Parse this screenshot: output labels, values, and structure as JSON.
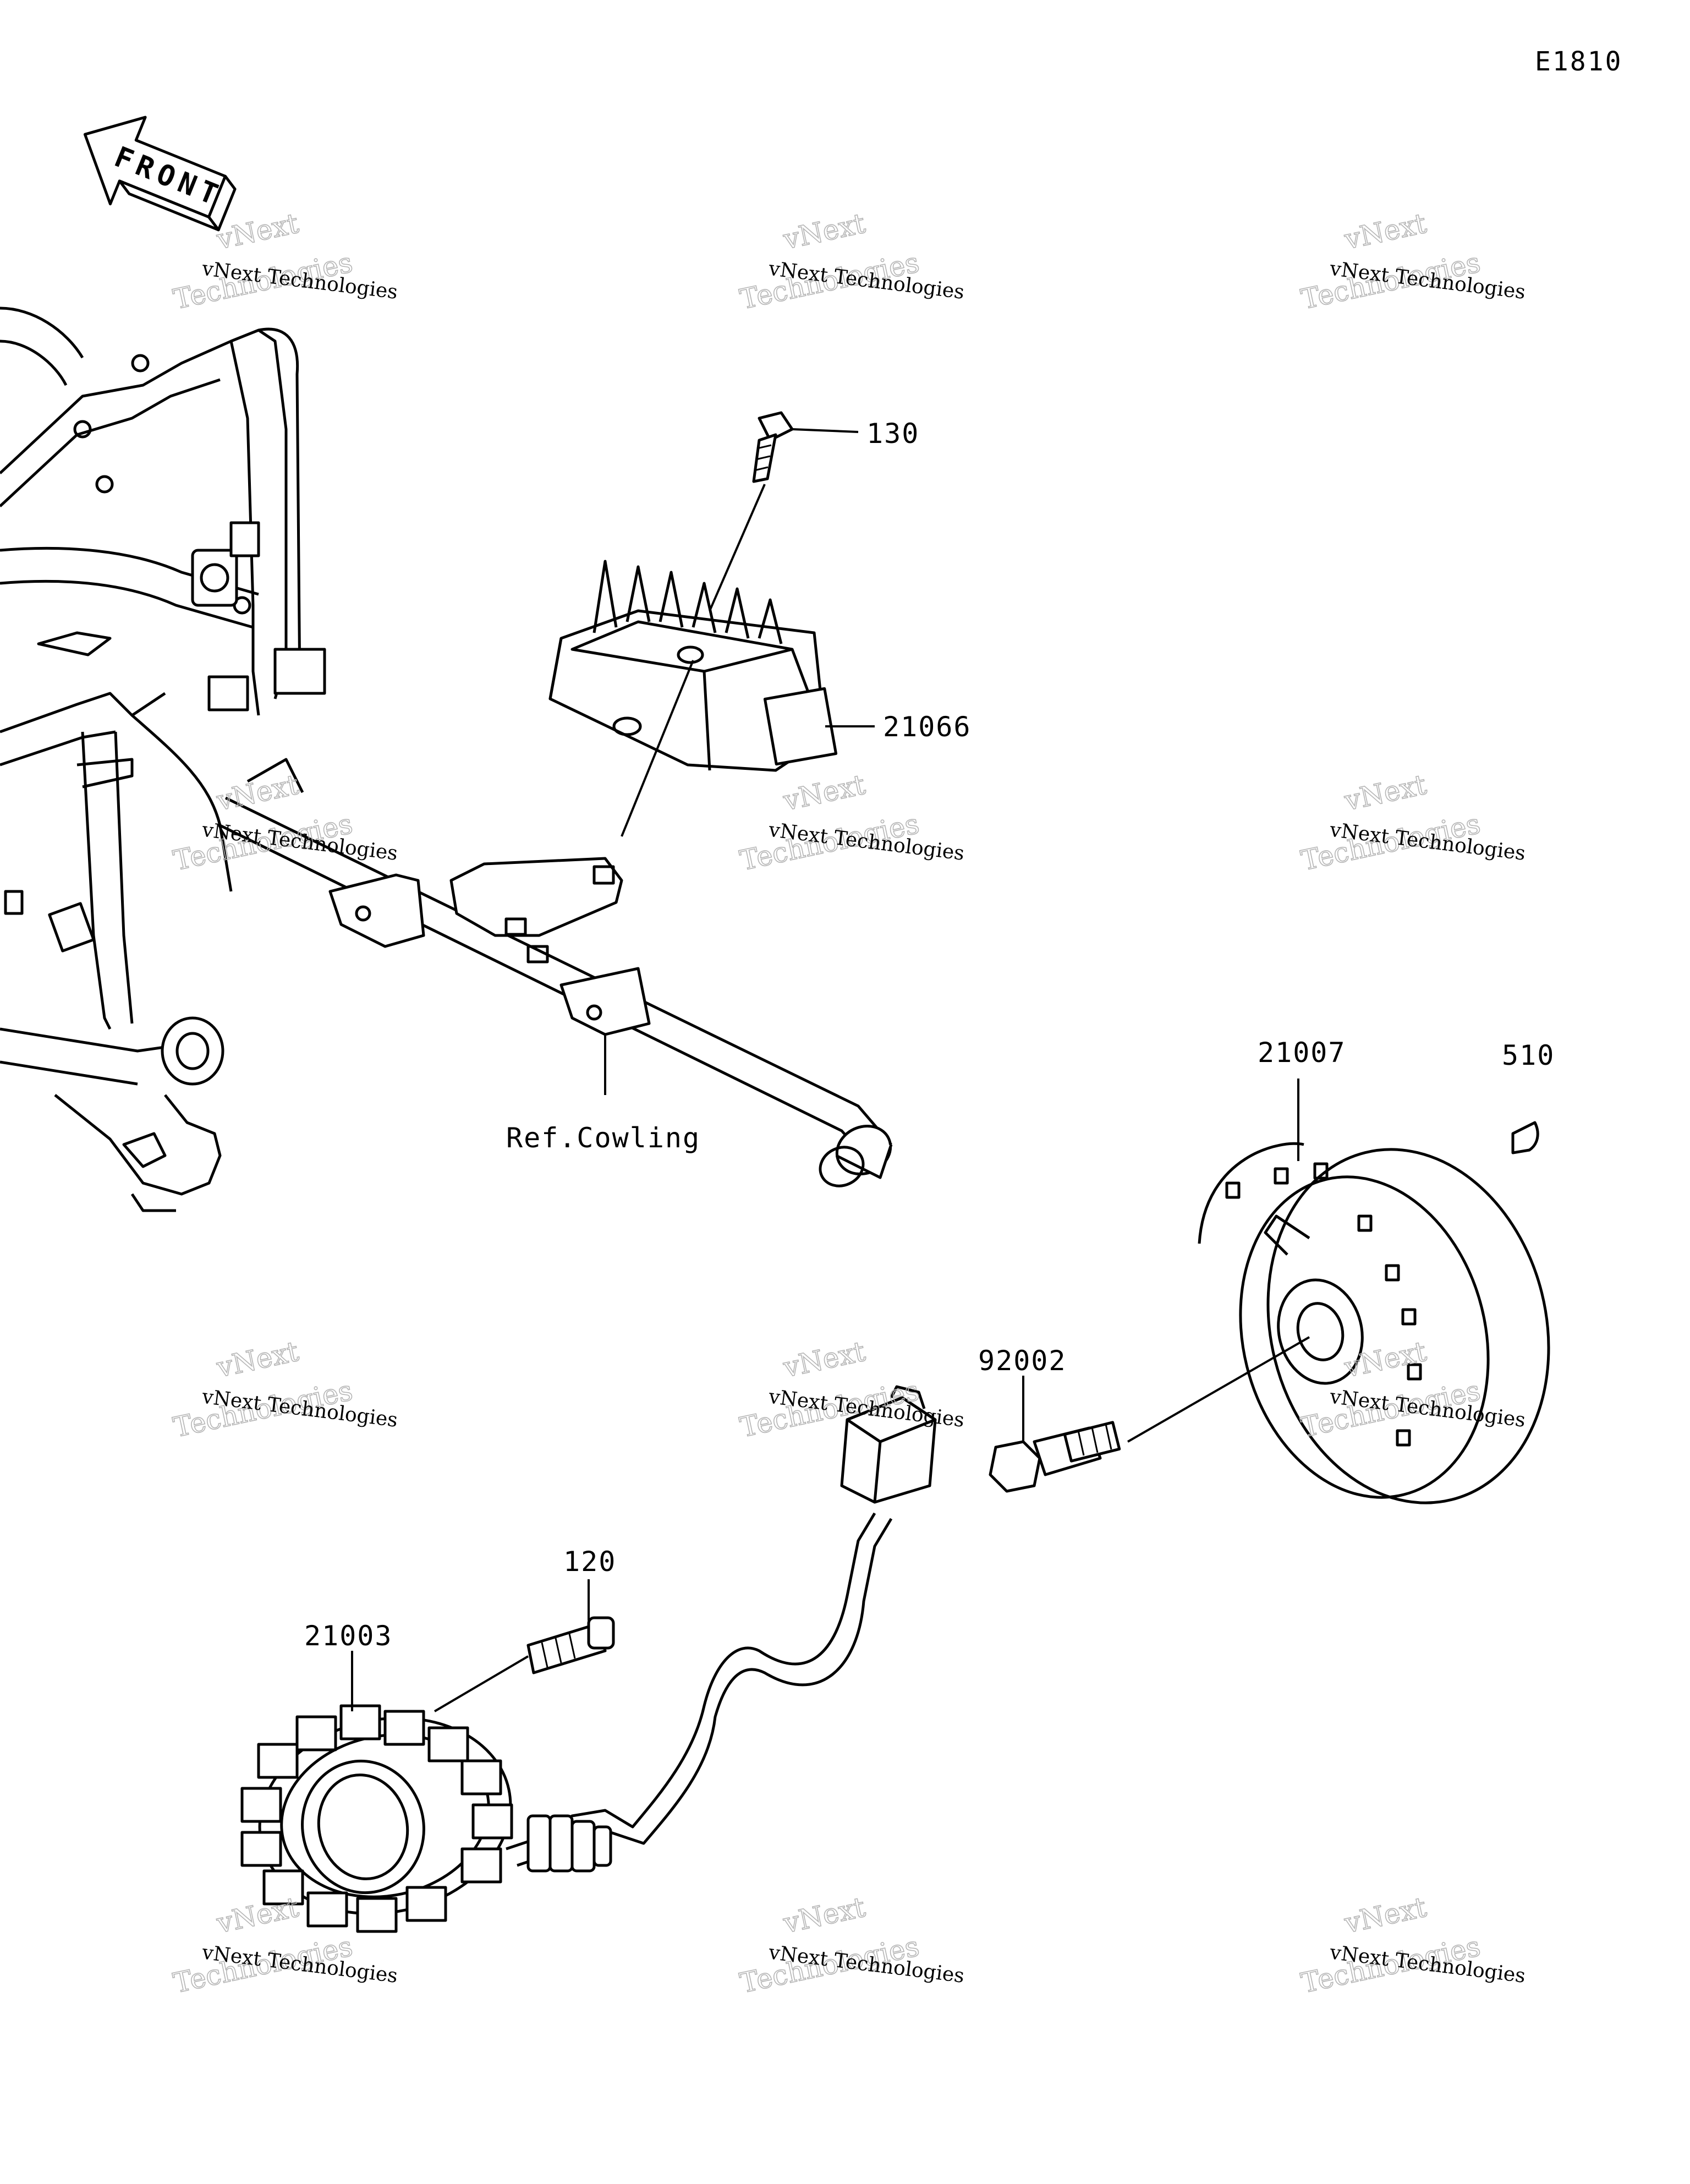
{
  "diagram_code": "E1810",
  "front_arrow": {
    "label": "FRONT",
    "icon": "front-direction-arrow-icon"
  },
  "callouts": {
    "p130": "130",
    "p21066": "21066",
    "p21007": "21007",
    "p510": "510",
    "p92002": "92002",
    "p120": "120",
    "p21003": "21003",
    "ref_cowling": "Ref.Cowling"
  },
  "watermark": {
    "company": "vNext Technologies",
    "line1": "vNext",
    "line2": "Technologies"
  }
}
